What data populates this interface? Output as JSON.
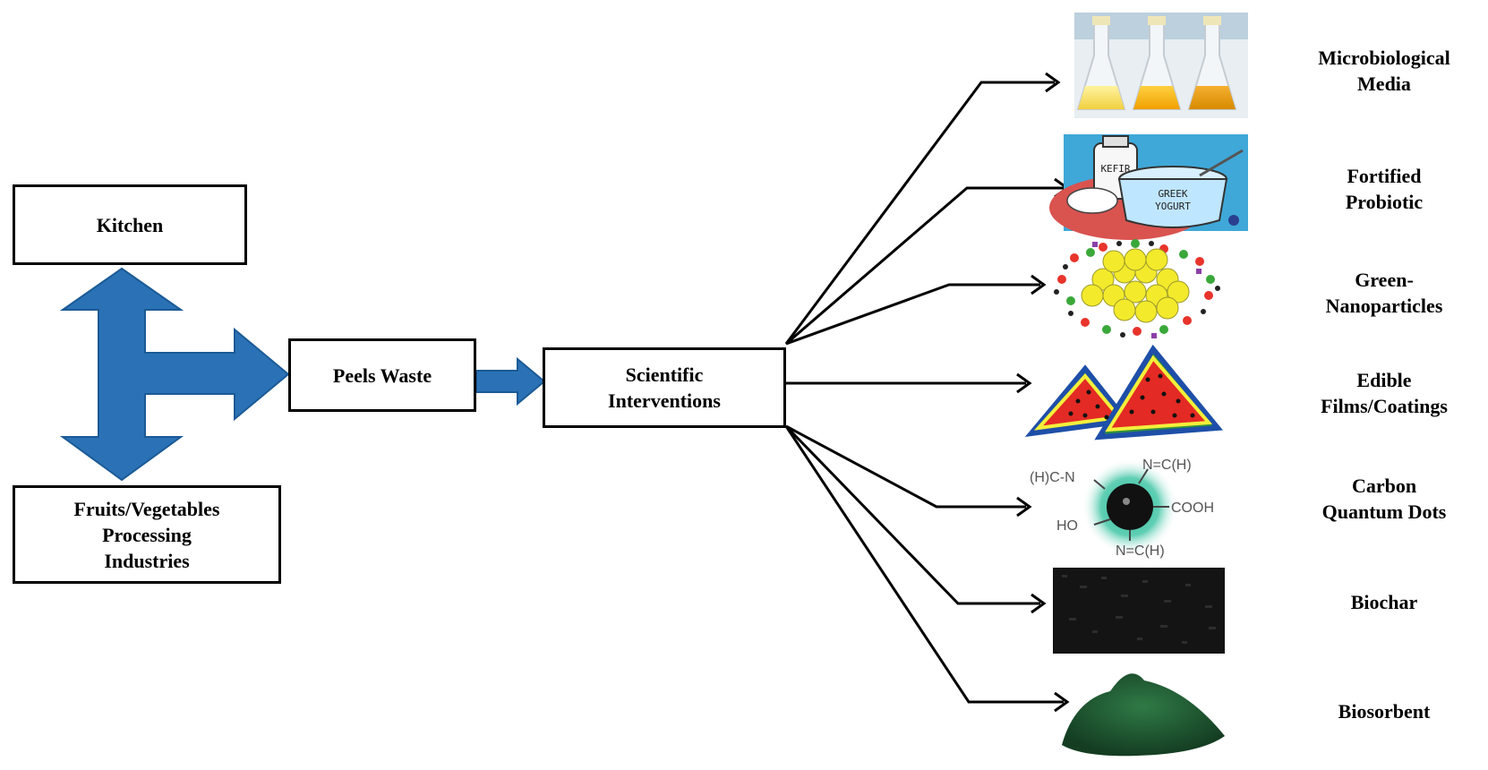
{
  "nodes": {
    "kitchen": "Kitchen",
    "industries": [
      "Fruits/Vegetables",
      "Processing",
      "Industries"
    ],
    "peels_waste": "Peels Waste",
    "scientific": [
      "Scientific",
      "Interventions"
    ]
  },
  "outputs": [
    {
      "lines": [
        "Microbiological",
        "Media"
      ],
      "icon": "flasks-image"
    },
    {
      "lines": [
        "Fortified",
        "Probiotic"
      ],
      "icon": "kefir-yogurt-image"
    },
    {
      "lines": [
        "Green-",
        "Nanoparticles"
      ],
      "icon": "nanoparticle-image"
    },
    {
      "lines": [
        "Edible",
        "Films/Coatings"
      ],
      "icon": "watermelon-image"
    },
    {
      "lines": [
        "Carbon",
        "Quantum Dots"
      ],
      "icon": "carbon-dot-image"
    },
    {
      "lines": [
        "Biochar"
      ],
      "icon": "biochar-image"
    },
    {
      "lines": [
        "Biosorbent"
      ],
      "icon": "biosorbent-powder-image"
    }
  ],
  "dot_labels": {
    "top_left": "(H)C-N",
    "top_right": "N=C(H)",
    "right": "COOH",
    "left": "HO",
    "bottom": "N=C(H)"
  },
  "image_text": {
    "kefir": "KEFIR",
    "greek": "GREEK",
    "yogurt": "YOGURT"
  },
  "colors": {
    "arrow_blue": "#2a72b5",
    "arrow_blue_edge": "#1b5a96"
  }
}
